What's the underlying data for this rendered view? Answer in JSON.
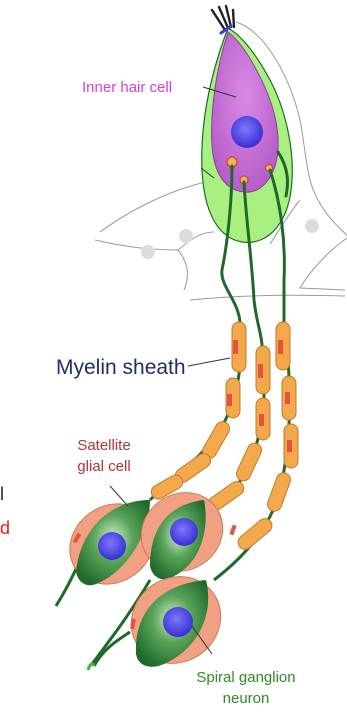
{
  "diagram": {
    "labels": {
      "inner_hair_cell": "Inner hair cell",
      "myelin_sheath": "Myelin sheath",
      "satellite_glial_cell_line1": "Satellite",
      "satellite_glial_cell_line2": "glial cell",
      "spiral_ganglion_line1": "Spiral ganglion",
      "spiral_ganglion_line2": "neuron",
      "edge_fragment_black": "l",
      "edge_fragment_red": "d"
    },
    "colors": {
      "inner_hair_cell_label": "#d63fd0",
      "myelin_label": "#1f2f6b",
      "satellite_label": "#b0343a",
      "spiral_label": "#2f8a2a",
      "cell_body_magenta": "#c86ed6",
      "supporting_cell_green": "#a8f080",
      "nucleus_blue": "#4a3fe0",
      "myelin_orange": "#f3a84c",
      "myelin_node_red": "#e5533b",
      "neuron_dark_green": "#1f6a2a",
      "glial_salmon": "#f2a083",
      "stereocilia": "#222222"
    },
    "icons": [
      "stereocilia-bundle",
      "nucleus",
      "synaptic-ribbon",
      "myelinated-axon",
      "neuron-soma"
    ]
  }
}
